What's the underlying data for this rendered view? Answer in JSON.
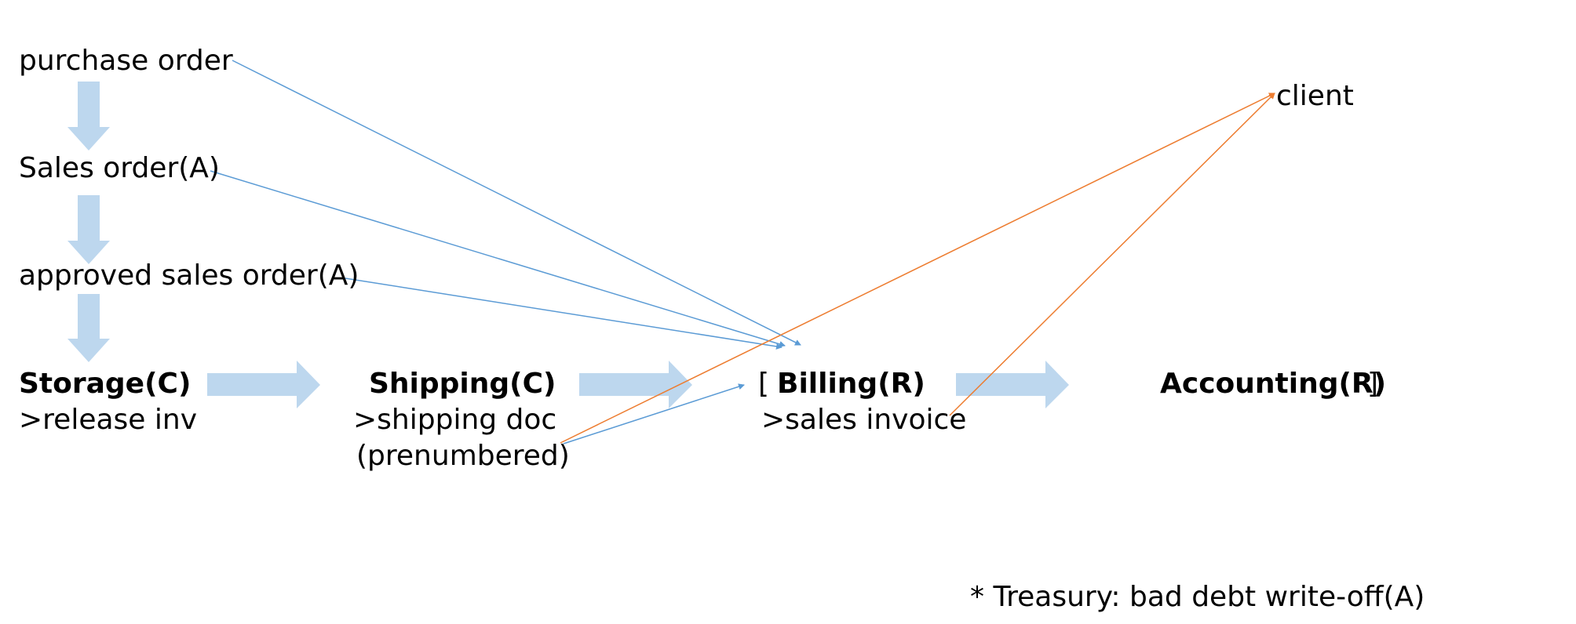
{
  "flow": {
    "purchase_order": "purchase order",
    "sales_order": "Sales order(A)",
    "approved_sales_order": "approved sales order(A)",
    "storage": "Storage(C)",
    "release_inv": ">release inv",
    "shipping": "Shipping(C)",
    "shipping_doc": ">shipping doc",
    "prenumbered": "(prenumbered)",
    "bracket_open": "[",
    "billing": "Billing(R)",
    "sales_invoice": ">sales invoice",
    "accounting": "Accounting(R)",
    "bracket_close": "]",
    "client": "client"
  },
  "footnote": "* Treasury: bad debt write-off(A)",
  "colors": {
    "flow_arrow": "#bdd7ee",
    "document_link": "#5b9bd5",
    "client_link": "#ed7d31",
    "text": "#000000"
  }
}
